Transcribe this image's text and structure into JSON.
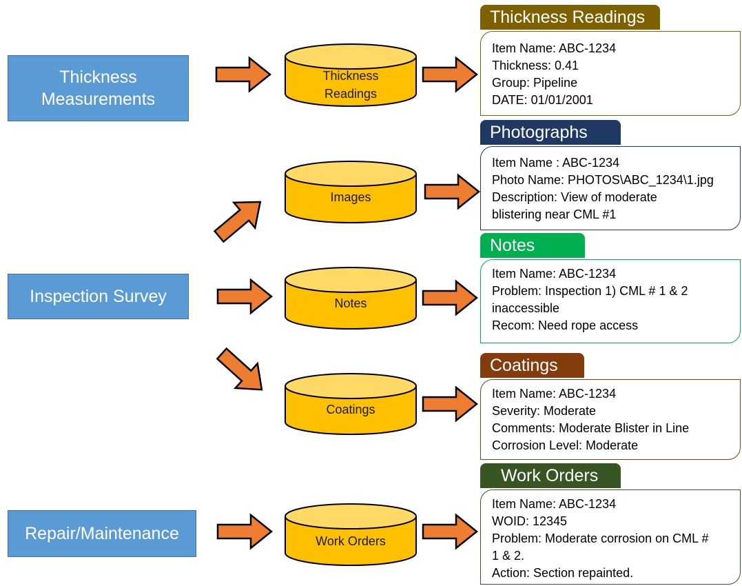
{
  "sources": {
    "thickness": "Thickness Measurements",
    "inspection": "Inspection Survey",
    "repair": "Repair/Maintenance"
  },
  "databases": {
    "thickness": [
      "Thickness",
      "Readings"
    ],
    "images": [
      "Images"
    ],
    "notes": [
      "Notes"
    ],
    "coatings": [
      "Coatings"
    ],
    "work_orders": [
      "Work Orders"
    ]
  },
  "panels": {
    "thickness": {
      "title": "Thickness Readings",
      "color": "#7f6000",
      "lines": [
        "Item Name: ABC-1234",
        "Thickness: 0.41",
        "Group: Pipeline",
        "DATE: 01/01/2001"
      ]
    },
    "photographs": {
      "title": "Photographs",
      "color": "#203864",
      "lines": [
        "Item Name : ABC-1234",
        "Photo Name: PHOTOS\\ABC_1234\\1.jpg",
        "Description: View of moderate",
        "blistering near CML #1"
      ]
    },
    "notes": {
      "title": "Notes",
      "color": "#00b050",
      "lines": [
        "Item Name: ABC-1234",
        "Problem: Inspection 1) CML # 1 & 2",
        "inaccessible",
        "Recom: Need rope access"
      ]
    },
    "coatings": {
      "title": "Coatings",
      "color": "#843c0c",
      "lines": [
        "Item Name: ABC-1234",
        "Severity: Moderate",
        "Comments: Moderate Blister in Line",
        "Corrosion Level: Moderate"
      ]
    },
    "work_orders": {
      "title": "Work Orders",
      "color": "#375623",
      "lines": [
        "Item Name: ABC-1234",
        "WOID: 12345",
        "Problem: Moderate corrosion on CML #",
        "1 & 2.",
        "Action: Section repainted."
      ]
    }
  },
  "colors": {
    "source_fill": "#5b9bd5",
    "db_fill": "#ffc000",
    "db_top": "#ffd966",
    "arrow_fill": "#ed7d31"
  }
}
